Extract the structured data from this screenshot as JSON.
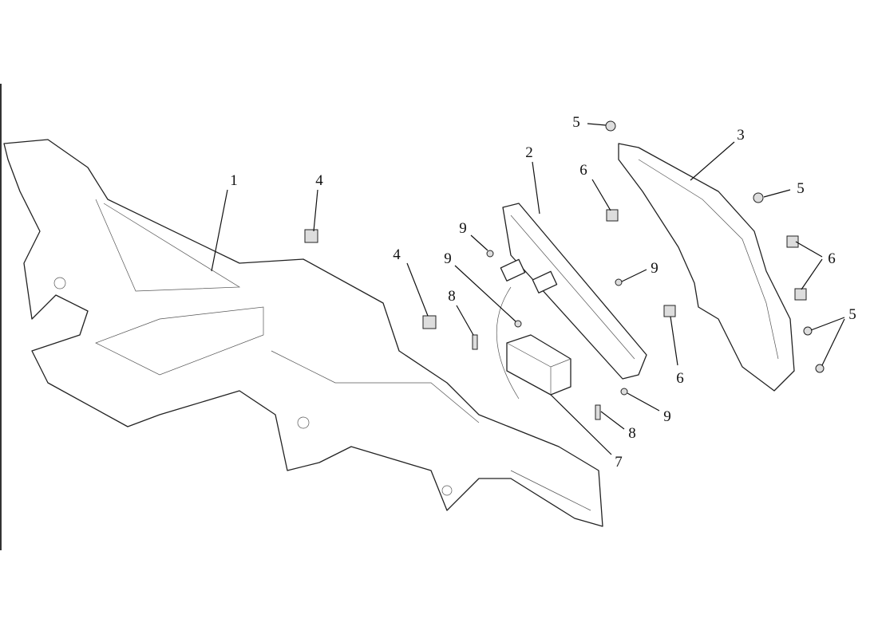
{
  "diagram": {
    "callouts": [
      "1",
      "2",
      "3",
      "4",
      "4",
      "5",
      "5",
      "5",
      "6",
      "6",
      "6",
      "7",
      "8",
      "8",
      "9",
      "9",
      "9",
      "9"
    ],
    "part_numbers": {
      "p1": "1",
      "p2": "2",
      "p3": "3",
      "p4a": "4",
      "p4b": "4",
      "p5a": "5",
      "p5b": "5",
      "p5c": "5",
      "p6a": "6",
      "p6b": "6",
      "p6c": "6",
      "p7": "7",
      "p8a": "8",
      "p8b": "8",
      "p9a": "9",
      "p9b": "9",
      "p9c": "9",
      "p9d": "9"
    }
  }
}
